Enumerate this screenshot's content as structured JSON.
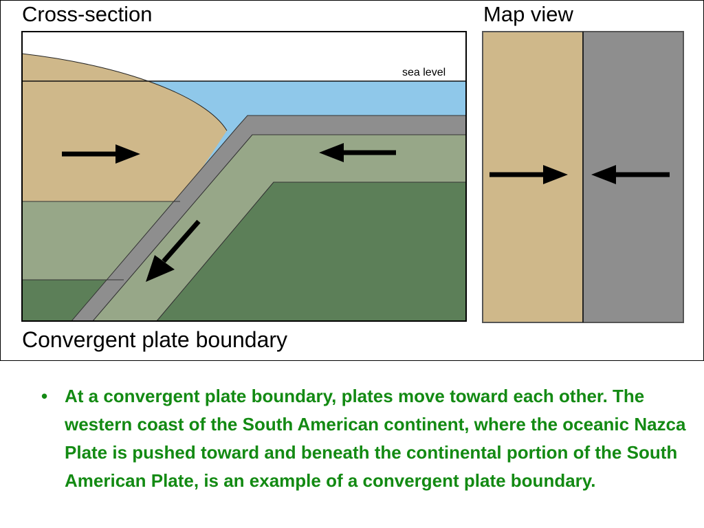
{
  "figure": {
    "cross_section_title": "Cross-section",
    "map_view_title": "Map view",
    "sea_level_label": "sea level",
    "caption": "Convergent plate boundary"
  },
  "colors": {
    "continental": "#cfb88a",
    "ocean_water": "#8fc8ea",
    "oceanic_crust_light": "#97a788",
    "mantle_green": "#5c7f58",
    "plate_edge_gray": "#8e8e8e",
    "text_green": "#138a13"
  },
  "icons": [
    "arrow-right-icon",
    "arrow-left-icon",
    "arrow-down-left-icon"
  ],
  "bullets": [
    {
      "marker": "•",
      "text": "At a convergent plate boundary, plates move toward each other. The western coast of the South American continent, where the oceanic Nazca Plate is pushed toward and beneath the continental portion of the South American Plate, is an example of a convergent plate boundary."
    }
  ]
}
